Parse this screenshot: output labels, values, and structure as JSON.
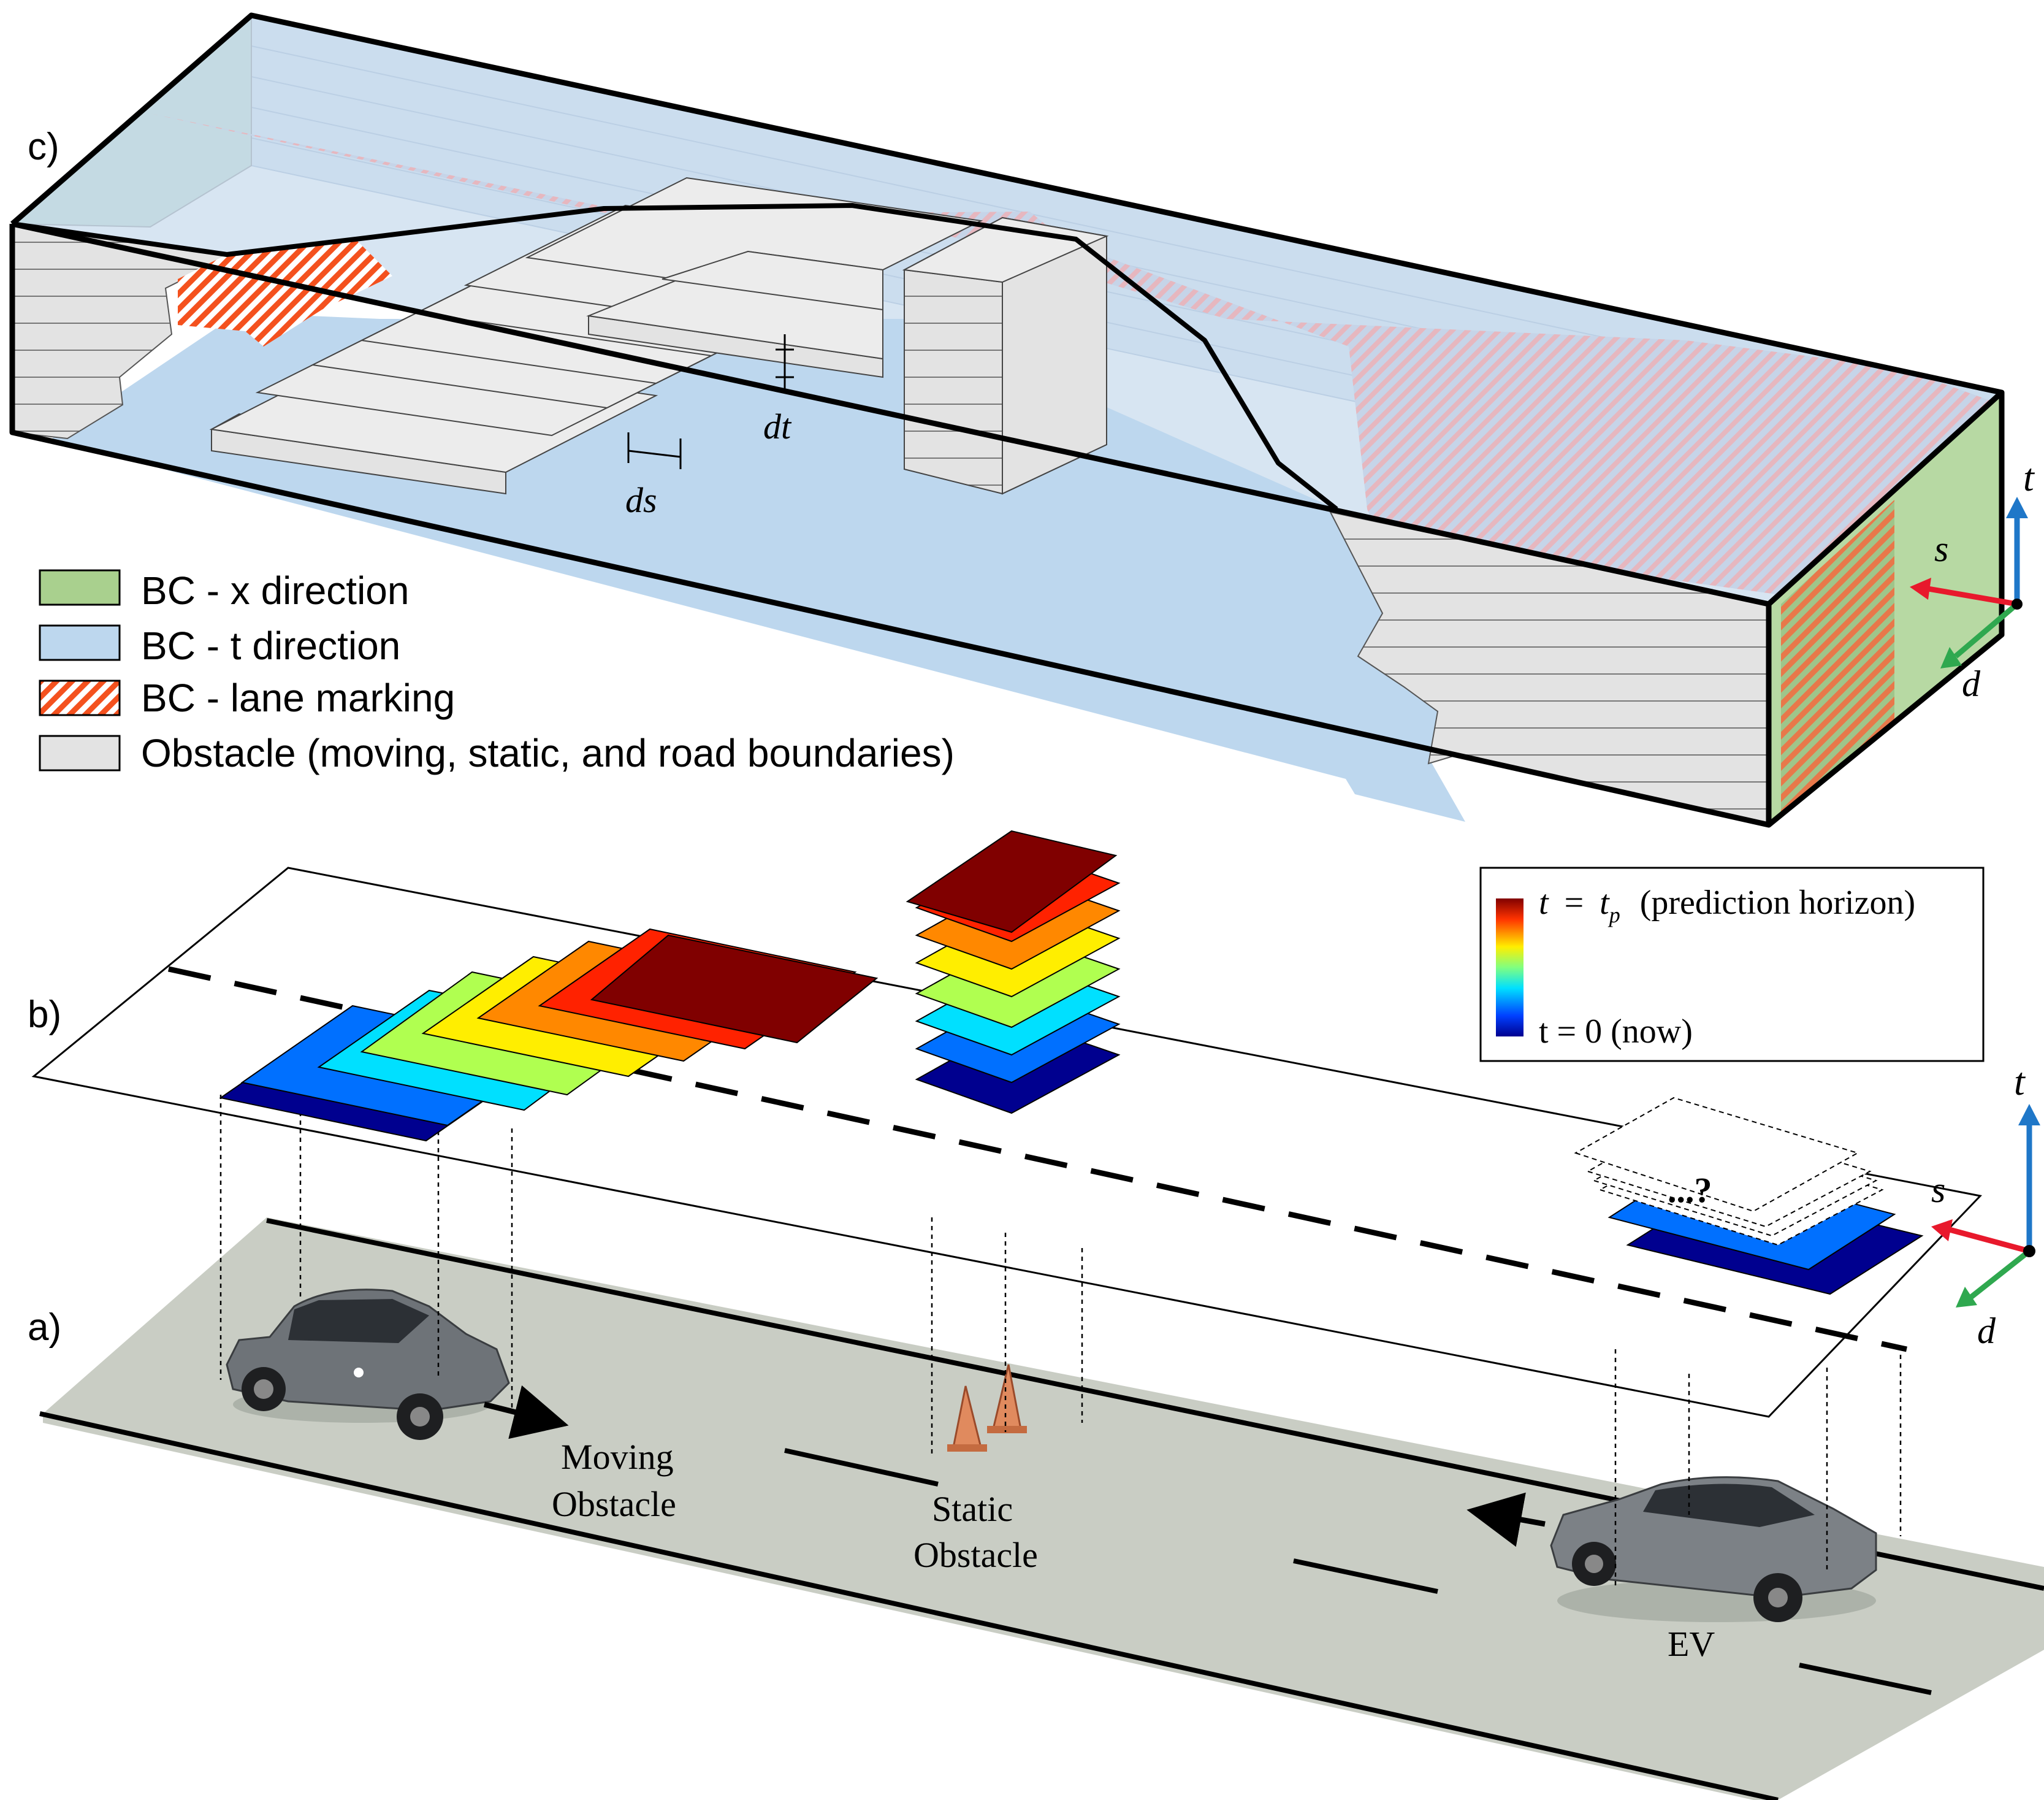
{
  "panels": {
    "c_label": "c)",
    "b_label": "b)",
    "a_label": "a)"
  },
  "dims": {
    "ds": "ds",
    "dt": "dt"
  },
  "legend": [
    {
      "label": "BC - x direction",
      "color": "#a9d08e"
    },
    {
      "label": "BC - t direction",
      "color": "#bdd7ee"
    },
    {
      "label": "BC - lane marking",
      "color": "#f4511e",
      "pattern": "hatch"
    },
    {
      "label": "Obstacle (moving, static, and road boundaries)",
      "color": "#e3e3e3"
    }
  ],
  "axes": {
    "t": "t",
    "s": "s",
    "d": "d"
  },
  "colorbar": {
    "top_label_t": "t",
    "top_label_eq": "=",
    "top_label_tp": "t",
    "top_label_p": "p",
    "top_label_rest": "(prediction horizon)",
    "bottom_label": "t = 0 (now)"
  },
  "unknown_future": "...?",
  "scene": {
    "moving_obstacle_line1": "Moving",
    "moving_obstacle_line2": "Obstacle",
    "static_obstacle_line1": "Static",
    "static_obstacle_line2": "Obstacle",
    "ev": "EV"
  },
  "colors": {
    "obstacle_gray": "#e3e3e3",
    "bc_t_blue": "#bdd7ee",
    "bc_x_green": "#a9d08e",
    "lane_red": "#f4511e",
    "road": "#c9cdc4",
    "t_axis": "#1f77c8",
    "s_axis": "#e8192c",
    "d_axis": "#2fa84f",
    "jet": [
      "#00008f",
      "#0070ff",
      "#00e0ff",
      "#b0ff50",
      "#ffee00",
      "#ff8800",
      "#ff2200",
      "#800000"
    ]
  }
}
